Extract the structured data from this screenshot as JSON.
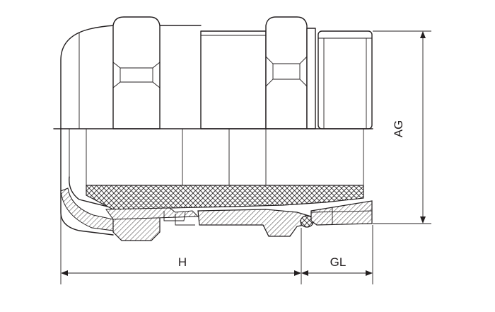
{
  "labels": {
    "ag": "AG",
    "h": "H",
    "gl": "GL"
  },
  "colors": {
    "line": "#231f20",
    "background": "#ffffff"
  }
}
